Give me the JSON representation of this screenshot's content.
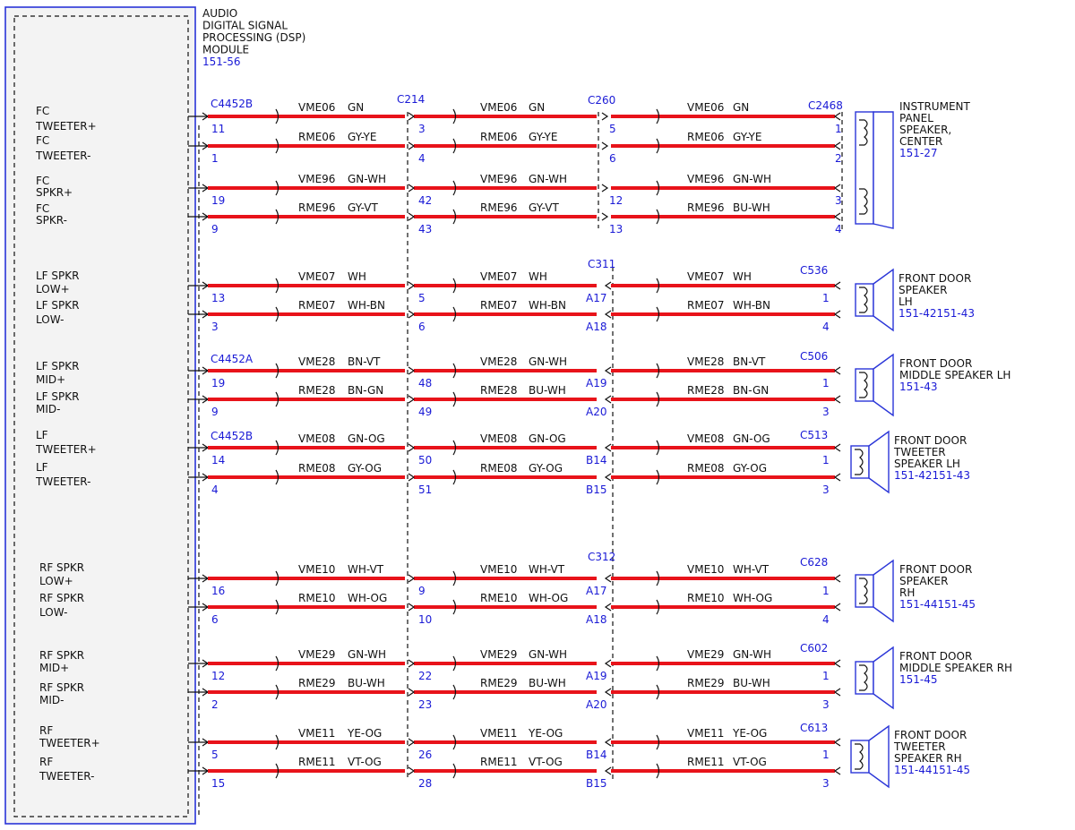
{
  "module": {
    "title_lines": [
      "AUDIO",
      "DIGITAL SIGNAL",
      "PROCESSING (DSP)",
      "MODULE"
    ],
    "ref": "151-56"
  },
  "colors": {
    "wire": "#e8131a",
    "connector_text": "#1a1ad6",
    "module_border": "#2a35d8"
  },
  "groups": [
    {
      "pins": [
        {
          "label": [
            "FC",
            "TWEETER+"
          ],
          "m": "11",
          "a": "3",
          "b": "5",
          "s": "1",
          "w1": [
            "VME06",
            "GN"
          ],
          "w2": [
            "VME06",
            "GN"
          ],
          "w3": [
            "VME06",
            "GN"
          ]
        },
        {
          "label": [
            "FC",
            "TWEETER-"
          ],
          "m": "1",
          "a": "4",
          "b": "6",
          "s": "2",
          "w1": [
            "RME06",
            "GY-YE"
          ],
          "w2": [
            "RME06",
            "GY-YE"
          ],
          "w3": [
            "RME06",
            "GY-YE"
          ]
        },
        {
          "label": [
            "FC",
            "SPKR+"
          ],
          "m": "19",
          "a": "42",
          "b": "12",
          "s": "3",
          "w1": [
            "VME96",
            "GN-WH"
          ],
          "w2": [
            "VME96",
            "GN-WH"
          ],
          "w3": [
            "VME96",
            "GN-WH"
          ]
        },
        {
          "label": [
            "FC",
            "SPKR-"
          ],
          "m": "9",
          "a": "43",
          "b": "13",
          "s": "4",
          "w1": [
            "RME96",
            "GY-VT"
          ],
          "w2": [
            "RME96",
            "GY-VT"
          ],
          "w3": [
            "RME96",
            "BU-WH"
          ]
        }
      ],
      "conn_m": "C4452B",
      "conn_a": "C214",
      "conn_b": "C260",
      "conn_s": "C2468",
      "speaker": [
        "INSTRUMENT",
        "PANEL",
        "SPEAKER,",
        "CENTER"
      ],
      "ref": "151-27"
    },
    {
      "pins": [
        {
          "label": [
            "LF SPKR",
            "LOW+"
          ],
          "m": "13",
          "a": "5",
          "b": "A17",
          "s": "1",
          "w1": [
            "VME07",
            "WH"
          ],
          "w2": [
            "VME07",
            "WH"
          ],
          "w3": [
            "VME07",
            "WH"
          ]
        },
        {
          "label": [
            "LF SPKR",
            "LOW-"
          ],
          "m": "3",
          "a": "6",
          "b": "A18",
          "s": "4",
          "w1": [
            "RME07",
            "WH-BN"
          ],
          "w2": [
            "RME07",
            "WH-BN"
          ],
          "w3": [
            "RME07",
            "WH-BN"
          ]
        }
      ],
      "conn_m": "",
      "conn_a": "",
      "conn_b": "C311",
      "conn_s": "C536",
      "speaker": [
        "FRONT DOOR",
        "SPEAKER",
        "LH"
      ],
      "ref": "151-42151-43"
    },
    {
      "pins": [
        {
          "label": [
            "LF SPKR",
            "MID+"
          ],
          "m": "19",
          "a": "48",
          "b": "A19",
          "s": "1",
          "w1": [
            "VME28",
            "BN-VT"
          ],
          "w2": [
            "VME28",
            "GN-WH"
          ],
          "w3": [
            "VME28",
            "BN-VT"
          ]
        },
        {
          "label": [
            "LF SPKR",
            "MID-"
          ],
          "m": "9",
          "a": "49",
          "b": "A20",
          "s": "3",
          "w1": [
            "RME28",
            "BN-GN"
          ],
          "w2": [
            "RME28",
            "BU-WH"
          ],
          "w3": [
            "RME28",
            "BN-GN"
          ]
        }
      ],
      "conn_m": "C4452A",
      "conn_a": "",
      "conn_b": "",
      "conn_s": "C506",
      "speaker": [
        "FRONT DOOR",
        "MIDDLE SPEAKER LH"
      ],
      "ref": "151-43"
    },
    {
      "pins": [
        {
          "label": [
            "LF",
            "TWEETER+"
          ],
          "m": "14",
          "a": "50",
          "b": "B14",
          "s": "1",
          "w1": [
            "VME08",
            "GN-OG"
          ],
          "w2": [
            "VME08",
            "GN-OG"
          ],
          "w3": [
            "VME08",
            "GN-OG"
          ]
        },
        {
          "label": [
            "LF",
            "TWEETER-"
          ],
          "m": "4",
          "a": "51",
          "b": "B15",
          "s": "3",
          "w1": [
            "RME08",
            "GY-OG"
          ],
          "w2": [
            "RME08",
            "GY-OG"
          ],
          "w3": [
            "RME08",
            "GY-OG"
          ]
        }
      ],
      "conn_m": "C4452B",
      "conn_a": "",
      "conn_b": "",
      "conn_s": "C513",
      "speaker": [
        "FRONT DOOR",
        "TWEETER",
        "SPEAKER LH"
      ],
      "ref": "151-42151-43"
    },
    {
      "pins": [
        {
          "label": [
            "RF SPKR",
            "LOW+"
          ],
          "m": "16",
          "a": "9",
          "b": "A17",
          "s": "1",
          "w1": [
            "VME10",
            "WH-VT"
          ],
          "w2": [
            "VME10",
            "WH-VT"
          ],
          "w3": [
            "VME10",
            "WH-VT"
          ]
        },
        {
          "label": [
            "RF SPKR",
            "LOW-"
          ],
          "m": "6",
          "a": "10",
          "b": "A18",
          "s": "4",
          "w1": [
            "RME10",
            "WH-OG"
          ],
          "w2": [
            "RME10",
            "WH-OG"
          ],
          "w3": [
            "RME10",
            "WH-OG"
          ]
        }
      ],
      "conn_m": "",
      "conn_a": "",
      "conn_b": "C312",
      "conn_s": "C628",
      "speaker": [
        "FRONT DOOR",
        "SPEAKER",
        "RH"
      ],
      "ref": "151-44151-45"
    },
    {
      "pins": [
        {
          "label": [
            "RF SPKR",
            "MID+"
          ],
          "m": "12",
          "a": "22",
          "b": "A19",
          "s": "1",
          "w1": [
            "VME29",
            "GN-WH"
          ],
          "w2": [
            "VME29",
            "GN-WH"
          ],
          "w3": [
            "VME29",
            "GN-WH"
          ]
        },
        {
          "label": [
            "RF SPKR",
            "MID-"
          ],
          "m": "2",
          "a": "23",
          "b": "A20",
          "s": "3",
          "w1": [
            "RME29",
            "BU-WH"
          ],
          "w2": [
            "RME29",
            "BU-WH"
          ],
          "w3": [
            "RME29",
            "BU-WH"
          ]
        }
      ],
      "conn_m": "",
      "conn_a": "",
      "conn_b": "",
      "conn_s": "C602",
      "speaker": [
        "FRONT DOOR",
        "MIDDLE SPEAKER RH"
      ],
      "ref": "151-45"
    },
    {
      "pins": [
        {
          "label": [
            "RF",
            "TWEETER+"
          ],
          "m": "5",
          "a": "26",
          "b": "B14",
          "s": "1",
          "w1": [
            "VME11",
            "YE-OG"
          ],
          "w2": [
            "VME11",
            "YE-OG"
          ],
          "w3": [
            "VME11",
            "YE-OG"
          ]
        },
        {
          "label": [
            "RF",
            "TWEETER-"
          ],
          "m": "15",
          "a": "28",
          "b": "B15",
          "s": "3",
          "w1": [
            "RME11",
            "VT-OG"
          ],
          "w2": [
            "RME11",
            "VT-OG"
          ],
          "w3": [
            "RME11",
            "VT-OG"
          ]
        }
      ],
      "conn_m": "",
      "conn_a": "",
      "conn_b": "",
      "conn_s": "C613",
      "speaker": [
        "FRONT DOOR",
        "TWEETER",
        "SPEAKER RH"
      ],
      "ref": "151-44151-45"
    }
  ]
}
